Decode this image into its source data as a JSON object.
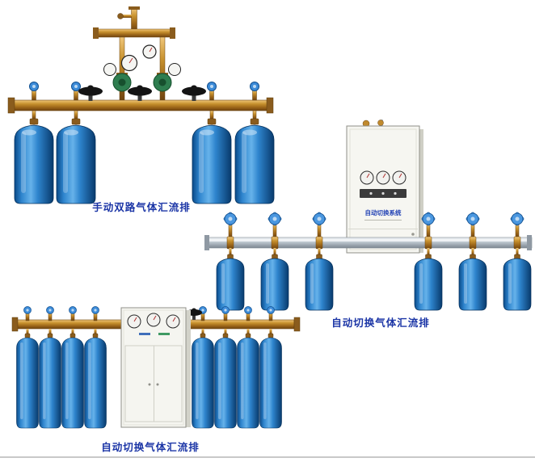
{
  "page": {
    "background": "#ffffff",
    "caption_color": "#1b35a6",
    "footer_rule_color": "#c9c9c9"
  },
  "products": [
    {
      "caption": "手动双路气体汇流排",
      "cylinders": 4
    },
    {
      "caption": "自动切换气体汇流排",
      "cylinders": 6,
      "cabinet_label": "自动切换系统"
    },
    {
      "caption": "自动切换气体汇流排",
      "cylinders": 8
    }
  ],
  "colors": {
    "brass_pipe": "#c08a2e",
    "silver_pipe": "#b9c2cb",
    "cylinder_blue": "#1565b0",
    "regulator_green": "#2e7d4f",
    "blue_handwheel": "#3c8bd8",
    "cabinet_white": "#f5f5f0"
  }
}
